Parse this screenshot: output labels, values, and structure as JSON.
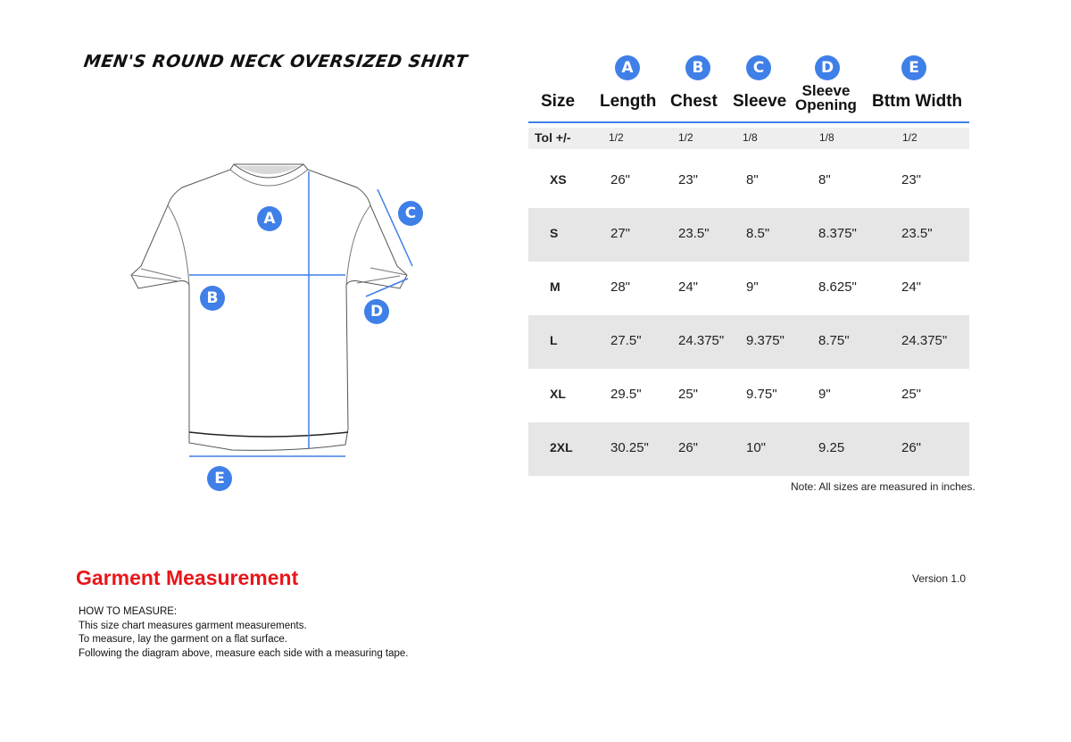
{
  "title": "MEN'S ROUND NECK OVERSIZED SHIRT",
  "colors": {
    "accent": "#3f7fe8",
    "heading_red": "#e8161b",
    "row_shade": "#e6e6e6",
    "tol_shade": "#eeeeee"
  },
  "diagram": {
    "badges": {
      "a": "A",
      "b": "B",
      "c": "C",
      "d": "D",
      "e": "E"
    }
  },
  "table": {
    "columns": [
      {
        "badge": "",
        "label": "Size"
      },
      {
        "badge": "A",
        "label": "Length"
      },
      {
        "badge": "B",
        "label": "Chest"
      },
      {
        "badge": "C",
        "label": "Sleeve"
      },
      {
        "badge": "D",
        "label_line1": "Sleeve",
        "label_line2": "Opening"
      },
      {
        "badge": "E",
        "label": "Bttm Width"
      }
    ],
    "tolerance": {
      "label": "Tol +/-",
      "values": [
        "1/2",
        "1/2",
        "1/8",
        "1/8",
        "1/2"
      ]
    },
    "rows": [
      {
        "size": "XS",
        "values": [
          "26\"",
          "23\"",
          "8\"",
          "8\"",
          "23\""
        ]
      },
      {
        "size": "S",
        "values": [
          "27\"",
          "23.5\"",
          "8.5\"",
          "8.375\"",
          "23.5\""
        ]
      },
      {
        "size": "M",
        "values": [
          "28\"",
          "24\"",
          "9\"",
          "8.625\"",
          "24\""
        ]
      },
      {
        "size": "L",
        "values": [
          "27.5\"",
          "24.375\"",
          "9.375\"",
          "8.75\"",
          "24.375\""
        ]
      },
      {
        "size": "XL",
        "values": [
          "29.5\"",
          "25\"",
          "9.75\"",
          "9\"",
          "25\""
        ]
      },
      {
        "size": "2XL",
        "values": [
          "30.25\"",
          "26\"",
          "10\"",
          "9.25",
          "26\""
        ]
      }
    ],
    "note": "Note: All sizes are measured in inches."
  },
  "footer": {
    "heading": "Garment Measurement",
    "version": "Version 1.0",
    "howto": [
      "HOW TO MEASURE:",
      "This size chart measures garment measurements.",
      "To measure, lay the garment on a flat surface.",
      "Following the diagram above, measure each side with a measuring tape."
    ]
  }
}
